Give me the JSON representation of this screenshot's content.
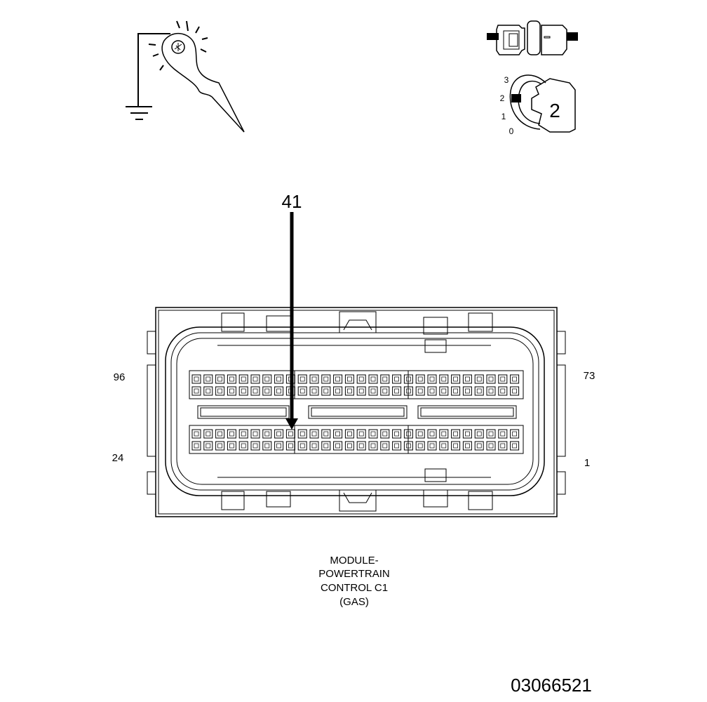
{
  "callout_pin": "41",
  "key_switch": {
    "positions": [
      "3",
      "2",
      "1",
      "0"
    ],
    "selected": "2"
  },
  "connector": {
    "corner_top_left": "96",
    "corner_top_right": "73",
    "corner_bottom_left": "24",
    "corner_bottom_right": "1",
    "caption_lines": [
      "MODULE-",
      "POWERTRAIN",
      "CONTROL C1",
      "(GAS)"
    ]
  },
  "figure_number": "03066521"
}
